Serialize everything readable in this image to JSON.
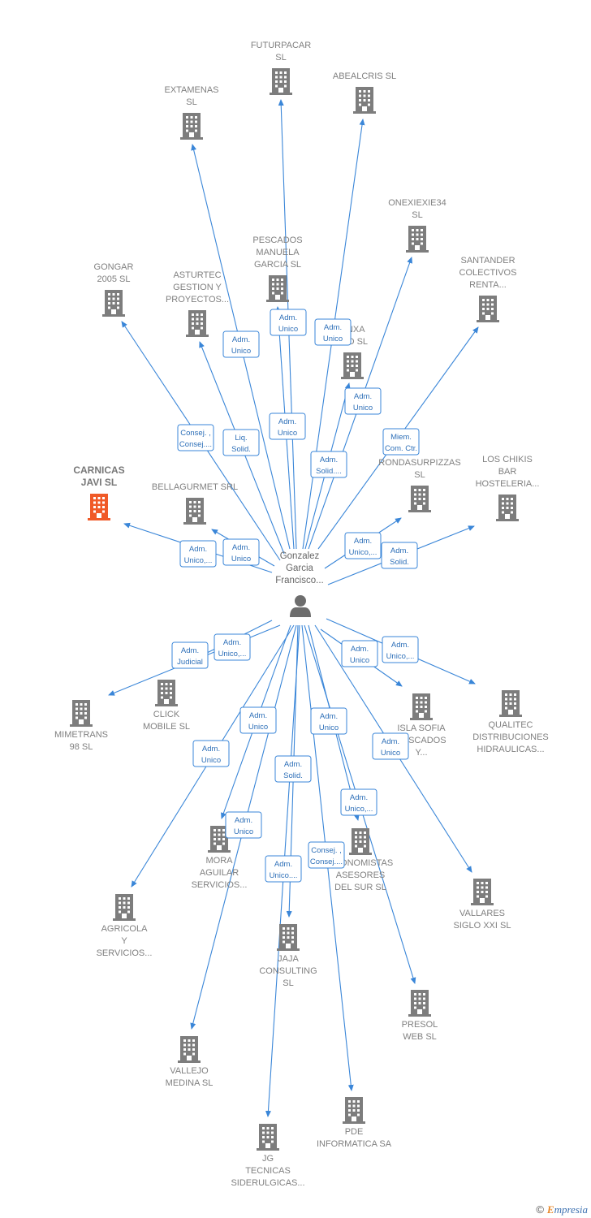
{
  "colors": {
    "edge": "#3a86d8",
    "building": "#7d7d7d",
    "highlight": "#f05a28",
    "person": "#6d6d6d"
  },
  "center": {
    "name_lines": [
      "Gonzalez",
      "Garcia",
      "Francisco..."
    ],
    "icon": "person-icon"
  },
  "companies": [
    {
      "id": "futurpacar",
      "lines": [
        "FUTURPACAR",
        "SL"
      ]
    },
    {
      "id": "abealcris",
      "lines": [
        "ABEALCRIS  SL"
      ]
    },
    {
      "id": "extamenas",
      "lines": [
        "EXTAMENAS",
        "SL"
      ]
    },
    {
      "id": "onexiexie34",
      "lines": [
        "ONEXIEXIE34",
        "SL"
      ]
    },
    {
      "id": "pescados-manuela",
      "lines": [
        "PESCADOS",
        "MANUELA",
        "GARCIA SL"
      ]
    },
    {
      "id": "gongar",
      "lines": [
        "GONGAR",
        "2005 SL"
      ]
    },
    {
      "id": "asturtec",
      "lines": [
        "ASTURTEC",
        "GESTION Y",
        "PROYECTOS..."
      ]
    },
    {
      "id": "santander",
      "lines": [
        "SANTANDER",
        "COLECTIVOS",
        "RENTA..."
      ]
    },
    {
      "id": "onxa",
      "lines": [
        "ONXA",
        "ATO  SL"
      ]
    },
    {
      "id": "carnicas-javi",
      "lines": [
        "CARNICAS",
        "JAVI  SL"
      ],
      "highlight": true
    },
    {
      "id": "bellagurmet",
      "lines": [
        "BELLAGURMET SRL"
      ]
    },
    {
      "id": "rondasurpizzas",
      "lines": [
        "RONDASURPIZZAS",
        "SL"
      ]
    },
    {
      "id": "los-chikis",
      "lines": [
        "LOS CHIKIS",
        "BAR",
        "HOSTELERIA..."
      ]
    },
    {
      "id": "mimetrans",
      "lines": [
        "MIMETRANS",
        "98  SL"
      ]
    },
    {
      "id": "click-mobile",
      "lines": [
        "CLICK",
        "MOBILE  SL"
      ]
    },
    {
      "id": "isla-sofia",
      "lines": [
        "ISLA SOFIA",
        "PESCADOS",
        "Y..."
      ]
    },
    {
      "id": "qualitec",
      "lines": [
        "QUALITEC",
        "DISTRIBUCIONES",
        "HIDRAULICAS..."
      ]
    },
    {
      "id": "mora-aguilar",
      "lines": [
        "MORA",
        "AGUILAR",
        "SERVICIOS..."
      ]
    },
    {
      "id": "economistas",
      "lines": [
        "ECONOMISTAS",
        "ASESORES",
        "DEL SUR  SL"
      ]
    },
    {
      "id": "agricola",
      "lines": [
        "AGRICOLA",
        "Y",
        "SERVICIOS..."
      ]
    },
    {
      "id": "vallares",
      "lines": [
        "VALLARES",
        "SIGLO XXI SL"
      ]
    },
    {
      "id": "jaja",
      "lines": [
        "JAJA",
        "CONSULTING",
        "SL"
      ]
    },
    {
      "id": "presol",
      "lines": [
        "PRESOL",
        "WEB SL"
      ]
    },
    {
      "id": "vallejo",
      "lines": [
        "VALLEJO",
        "MEDINA SL"
      ]
    },
    {
      "id": "pde",
      "lines": [
        "PDE",
        "INFORMATICA SA"
      ]
    },
    {
      "id": "jg-tecnicas",
      "lines": [
        "JG",
        "TECNICAS",
        "SIDERULGICAS..."
      ]
    }
  ],
  "relations": [
    {
      "target": "futurpacar",
      "badge": [
        "Adm.",
        "Unico"
      ]
    },
    {
      "target": "abealcris",
      "badge": [
        "Adm.",
        "Unico"
      ]
    },
    {
      "target": "extamenas",
      "badge": [
        "Adm.",
        "Unico"
      ]
    },
    {
      "target": "onexiexie34",
      "badge": [
        "Adm.",
        "Unico"
      ]
    },
    {
      "target": "pescados-manuela",
      "badge": [
        "Adm.",
        "Unico"
      ]
    },
    {
      "target": "gongar",
      "badge": [
        "Consej. ,",
        "Consej...."
      ]
    },
    {
      "target": "asturtec",
      "badge": [
        "Liq.",
        "Solid."
      ]
    },
    {
      "target": "santander",
      "badge": [
        "Miem.",
        "Com. Ctr."
      ]
    },
    {
      "target": "onxa",
      "badge": [
        "Adm.",
        "Solid...."
      ]
    },
    {
      "target": "carnicas-javi",
      "badge": [
        "Adm.",
        "Unico,..."
      ]
    },
    {
      "target": "bellagurmet",
      "badge": [
        "Adm.",
        "Unico"
      ]
    },
    {
      "target": "rondasurpizzas",
      "badge": [
        "Adm.",
        "Unico,..."
      ]
    },
    {
      "target": "los-chikis",
      "badge": [
        "Adm.",
        "Solid."
      ]
    },
    {
      "target": "mimetrans",
      "badge": [
        "Adm.",
        "Judicial"
      ]
    },
    {
      "target": "click-mobile",
      "badge": [
        "Adm.",
        "Unico,..."
      ]
    },
    {
      "target": "isla-sofia",
      "badge": [
        "Adm.",
        "Unico"
      ]
    },
    {
      "target": "qualitec",
      "badge": [
        "Adm.",
        "Unico,..."
      ]
    },
    {
      "target": "mora-aguilar",
      "badge": [
        "Adm.",
        "Unico"
      ]
    },
    {
      "target": "economistas",
      "badge": [
        "Adm.",
        "Unico"
      ]
    },
    {
      "target": "agricola",
      "badge": [
        "Adm.",
        "Unico"
      ]
    },
    {
      "target": "vallares",
      "badge": [
        "Adm.",
        "Unico"
      ]
    },
    {
      "target": "jaja",
      "badge": [
        "Adm.",
        "Solid."
      ]
    },
    {
      "target": "presol",
      "badge": [
        "Adm.",
        "Unico,..."
      ]
    },
    {
      "target": "vallejo",
      "badge": [
        "Adm.",
        "Unico"
      ]
    },
    {
      "target": "pde",
      "badge": [
        "Consej. ,",
        "Consej...."
      ]
    },
    {
      "target": "jg-tecnicas",
      "badge": [
        "Adm.",
        "Unico...."
      ]
    }
  ],
  "footer": {
    "copyright": "©",
    "brand_first": "E",
    "brand_rest": "mpresia"
  }
}
